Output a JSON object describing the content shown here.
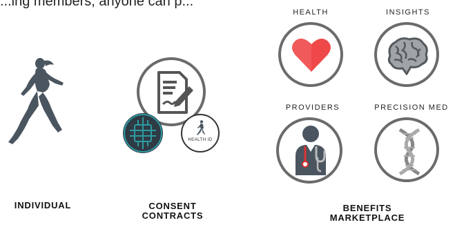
{
  "header": {
    "partial_text": "...ing members, anyone can p..."
  },
  "individual": {
    "label": "INDIVIDUAL"
  },
  "consent": {
    "label_line1": "CONSENT",
    "label_line2": "CONTRACTS",
    "health_id_text": "HEALTH ID"
  },
  "benefits": {
    "label_line1": "BENEFITS",
    "label_line2": "MARKETPLACE",
    "items": [
      {
        "label": "HEALTH",
        "icon": "heart-icon"
      },
      {
        "label": "INSIGHTS",
        "icon": "brain-icon"
      },
      {
        "label": "PROVIDERS",
        "icon": "doctor-icon"
      },
      {
        "label": "PRECISION MED",
        "icon": "dna-icon"
      }
    ]
  },
  "colors": {
    "ring": "#6b6b6b",
    "heart": "#ef4848",
    "runner": "#4a5560",
    "teal": "#2d9aa0"
  }
}
